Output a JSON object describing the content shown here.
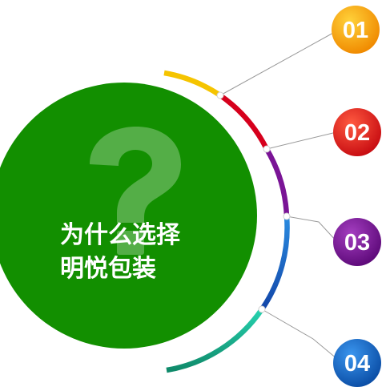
{
  "title": {
    "line1": "为什么选择",
    "line2": "明悦包装"
  },
  "center_icon": "question-mark-icon",
  "items": [
    {
      "number": "01",
      "arc_color": "#f5c400",
      "badge_color": "#f7a200"
    },
    {
      "number": "02",
      "arc_color": "#d6001c",
      "badge_color": "#e3151f"
    },
    {
      "number": "03",
      "arc_color": "#7a1496",
      "badge_color": "#7b168f"
    },
    {
      "number": "04",
      "arc_color": "#1a6fc4",
      "badge_color": "#1265c2"
    }
  ],
  "colors": {
    "circle": "#128f00",
    "arc_tail": "#17b08a",
    "leader_line": "#9a9a9a"
  }
}
